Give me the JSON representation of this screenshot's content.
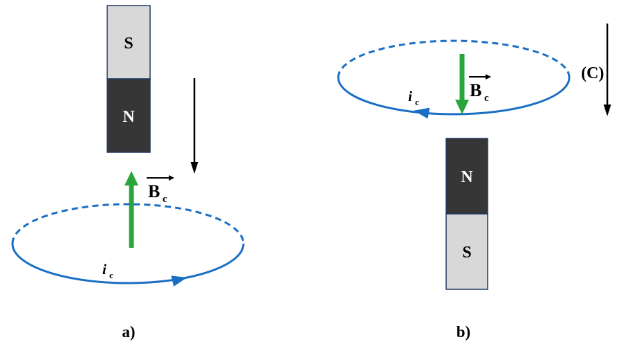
{
  "colors": {
    "coil_blue": "#1a6fc4",
    "field_green": "#2aa53c",
    "magnet_dark": "#363636",
    "magnet_light": "#d8d8d8",
    "magnet_border": "#1f3864",
    "arrow_black": "#000000",
    "text": "#000000",
    "background": "#ffffff"
  },
  "figure_a": {
    "caption": "a)",
    "magnet": {
      "top_label": "S",
      "bottom_label": "N"
    },
    "field_label": {
      "symbol": "B",
      "subscript": "c"
    },
    "current_label": {
      "symbol": "i",
      "subscript": "c"
    }
  },
  "figure_b": {
    "caption": "b)",
    "coil_label": "(C)",
    "magnet": {
      "top_label": "N",
      "bottom_label": "S"
    },
    "field_label": {
      "symbol": "B",
      "subscript": "c"
    },
    "current_label": {
      "symbol": "i",
      "subscript": "c"
    }
  }
}
